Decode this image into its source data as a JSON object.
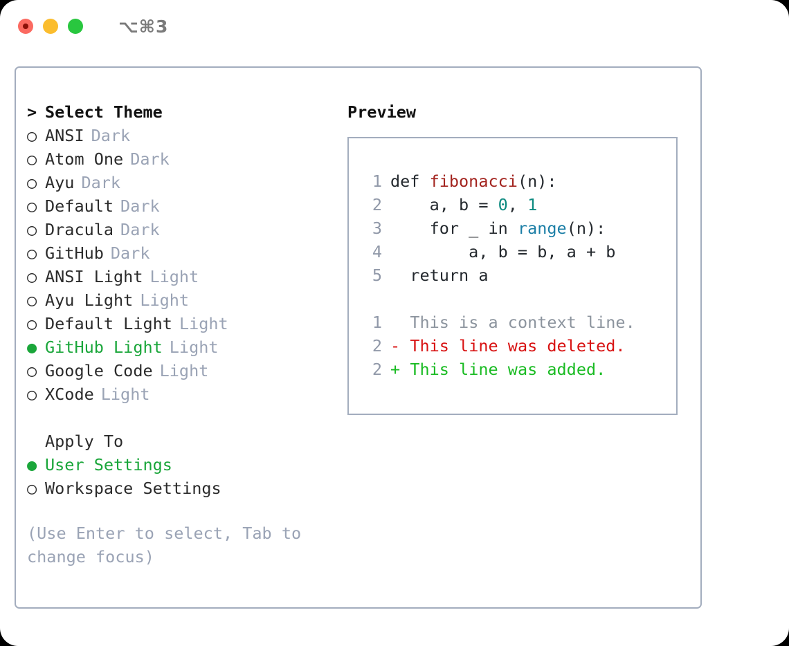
{
  "titlebar": {
    "shortcut": "⌥⌘3",
    "buttons": [
      "close",
      "minimize",
      "zoom"
    ]
  },
  "theme_picker": {
    "prompt_marker": ">",
    "heading": "Select Theme",
    "radio_off": "○",
    "radio_on": "●",
    "items": [
      {
        "label": "ANSI",
        "badge": "Dark",
        "selected": false
      },
      {
        "label": "Atom One",
        "badge": "Dark",
        "selected": false
      },
      {
        "label": "Ayu",
        "badge": "Dark",
        "selected": false
      },
      {
        "label": "Default",
        "badge": "Dark",
        "selected": false
      },
      {
        "label": "Dracula",
        "badge": "Dark",
        "selected": false
      },
      {
        "label": "GitHub",
        "badge": "Dark",
        "selected": false
      },
      {
        "label": "ANSI Light",
        "badge": "Light",
        "selected": false
      },
      {
        "label": "Ayu Light",
        "badge": "Light",
        "selected": false
      },
      {
        "label": "Default Light",
        "badge": "Light",
        "selected": false
      },
      {
        "label": "GitHub Light",
        "badge": "Light",
        "selected": true
      },
      {
        "label": "Google Code",
        "badge": "Light",
        "selected": false
      },
      {
        "label": "XCode",
        "badge": "Light",
        "selected": false
      }
    ]
  },
  "apply_to": {
    "heading": "Apply To",
    "options": [
      {
        "label": "User Settings",
        "selected": true
      },
      {
        "label": "Workspace Settings",
        "selected": false
      }
    ]
  },
  "hint": "(Use Enter to select, Tab to change focus)",
  "preview": {
    "title": "Preview",
    "code": [
      {
        "lineno": "1",
        "segments": [
          {
            "text": "def ",
            "token": "plain"
          },
          {
            "text": "fibonacci",
            "token": "fn"
          },
          {
            "text": "(n):",
            "token": "plain"
          }
        ]
      },
      {
        "lineno": "2",
        "segments": [
          {
            "text": "    a, b = ",
            "token": "plain"
          },
          {
            "text": "0",
            "token": "num"
          },
          {
            "text": ", ",
            "token": "plain"
          },
          {
            "text": "1",
            "token": "num"
          }
        ]
      },
      {
        "lineno": "3",
        "segments": [
          {
            "text": "    for _ in ",
            "token": "plain"
          },
          {
            "text": "range",
            "token": "call"
          },
          {
            "text": "(n):",
            "token": "plain"
          }
        ]
      },
      {
        "lineno": "4",
        "segments": [
          {
            "text": "        a, b = b, a + b",
            "token": "plain"
          }
        ]
      },
      {
        "lineno": "5",
        "segments": [
          {
            "text": "  return a",
            "token": "plain"
          }
        ]
      }
    ],
    "diff": [
      {
        "lineno": "1",
        "marker": " ",
        "text": "This is a context line.",
        "kind": "context"
      },
      {
        "lineno": "2",
        "marker": "-",
        "text": "This line was deleted.",
        "kind": "del"
      },
      {
        "lineno": "2",
        "marker": "+",
        "text": "This line was added.",
        "kind": "add"
      }
    ]
  },
  "colors": {
    "selected_green": "#1aa63a",
    "muted_badge": "#9aa3b5",
    "border": "#a3adbe",
    "token_fn": "#a3241f",
    "token_num": "#0d8a80",
    "token_call": "#1b7ea6",
    "diff_del": "#d81212",
    "diff_add": "#19bb22",
    "diff_context": "#8c949e",
    "lineno": "#9098a8"
  }
}
